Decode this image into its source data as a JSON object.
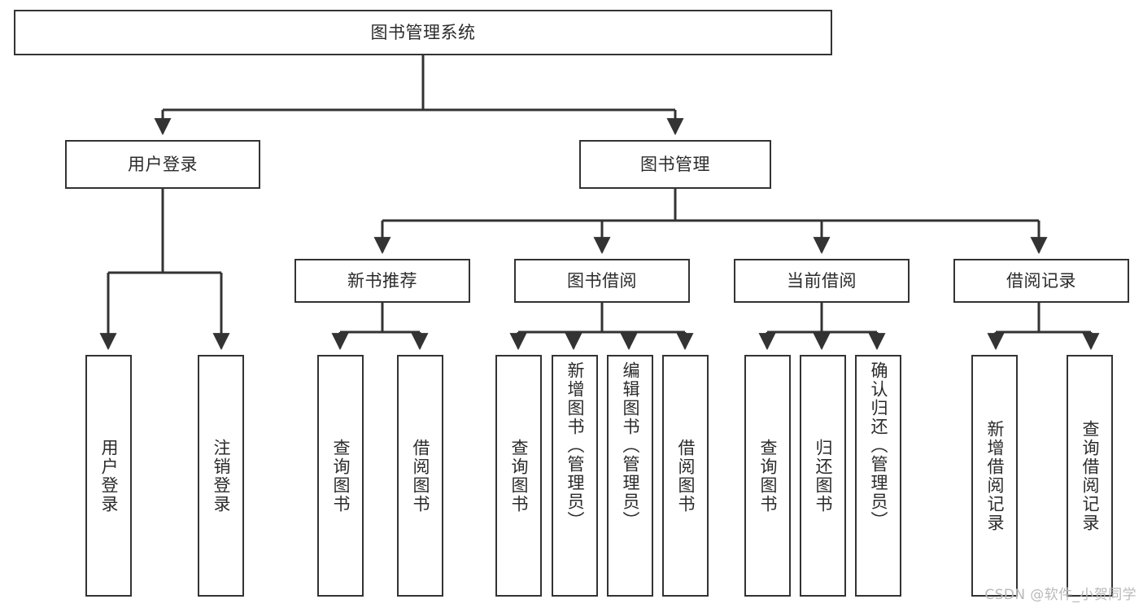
{
  "diagram": {
    "title": "图书管理系统",
    "type": "tree",
    "watermark": "CSDN @软件_小贺同学",
    "colors": {
      "background": "#ffffff",
      "line": "#333333",
      "box_border": "#333333",
      "text": "#2b2b2b",
      "watermark": "#b9b9b9"
    },
    "root": {
      "label": "图书管理系统"
    },
    "level1": [
      {
        "label": "用户登录"
      },
      {
        "label": "图书管理"
      }
    ],
    "level2": [
      {
        "label": "新书推荐"
      },
      {
        "label": "图书借阅"
      },
      {
        "label": "当前借阅"
      },
      {
        "label": "借阅记录"
      }
    ],
    "leaves": {
      "user_login": [
        {
          "label": "用户登录"
        },
        {
          "label": "注销登录"
        }
      ],
      "new_book_recommend": [
        {
          "label": "查询图书"
        },
        {
          "label": "借阅图书"
        }
      ],
      "book_borrow": [
        {
          "label": "查询图书"
        },
        {
          "label": "新增图书（管理员）"
        },
        {
          "label": "编辑图书（管理员）"
        },
        {
          "label": "借阅图书"
        }
      ],
      "current_borrow": [
        {
          "label": "查询图书"
        },
        {
          "label": "归还图书"
        },
        {
          "label": "确认归还（管理员）"
        }
      ],
      "borrow_record": [
        {
          "label": "新增借阅记录"
        },
        {
          "label": "查询借阅记录"
        }
      ]
    }
  }
}
